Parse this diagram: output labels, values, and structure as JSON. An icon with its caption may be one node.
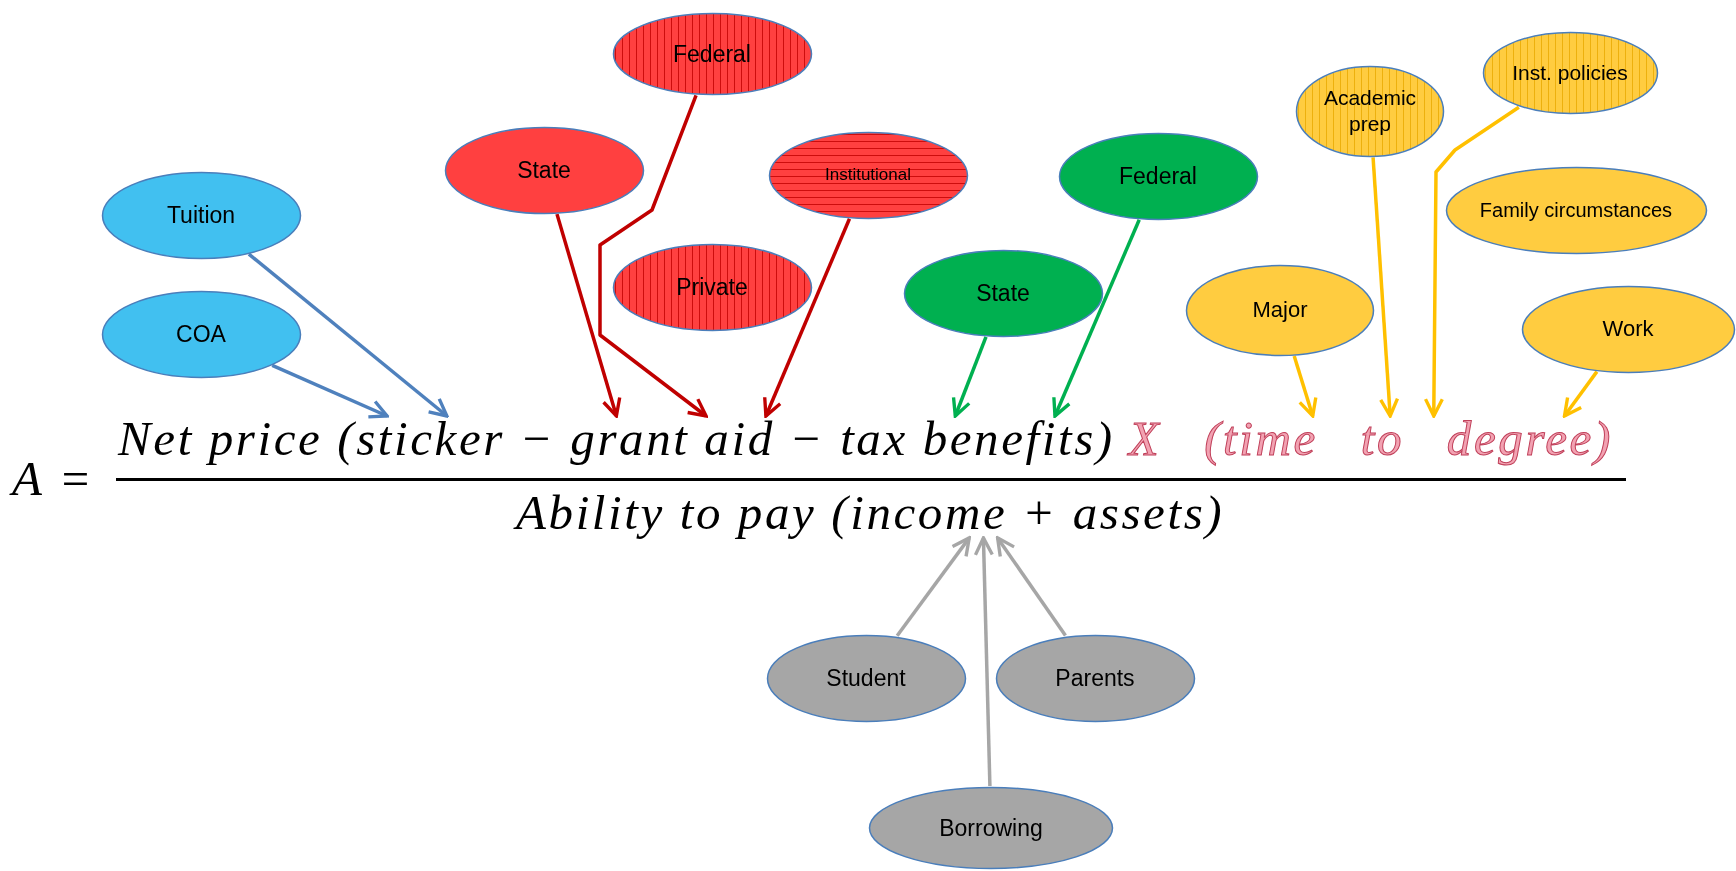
{
  "diagram": {
    "nodes": [
      {
        "text": [
          "Tuition"
        ]
      },
      {
        "text": [
          "COA"
        ]
      },
      {
        "text": [
          "State"
        ]
      },
      {
        "text": [
          "Federal"
        ]
      },
      {
        "text": [
          "Private"
        ]
      },
      {
        "text": [
          "Institutional"
        ]
      },
      {
        "text": [
          "Federal"
        ]
      },
      {
        "text": [
          "State"
        ]
      },
      {
        "text": [
          "Academic prep"
        ]
      },
      {
        "text": [
          "Inst. policies"
        ]
      },
      {
        "text": [
          "Family circumstances"
        ]
      },
      {
        "text": [
          "Major"
        ]
      },
      {
        "text": [
          "Work"
        ]
      },
      {
        "text": [
          "Student"
        ]
      },
      {
        "text": [
          "Parents"
        ]
      },
      {
        "text": [
          "Borrowing"
        ]
      },
      {
        "text": [
          "Net price (sticker − grant aid − tax benefits)"
        ]
      },
      {
        "text": [
          "X (time to degree)"
        ]
      },
      {
        "text": [
          "Ability to pay (income + assets)"
        ]
      }
    ],
    "edges": [
      {
        "from": 0,
        "to": 16,
        "arrow": "to",
        "color": "#4f81bd"
      },
      {
        "from": 1,
        "to": 16,
        "arrow": "to",
        "color": "#4f81bd"
      },
      {
        "from": 2,
        "to": 16,
        "arrow": "to",
        "color": "#c00000"
      },
      {
        "from": 3,
        "to": 16,
        "arrow": "to",
        "color": "#c00000"
      },
      {
        "from": 5,
        "to": 16,
        "arrow": "to",
        "color": "#c00000"
      },
      {
        "from": 7,
        "to": 16,
        "arrow": "to",
        "color": "#00b050"
      },
      {
        "from": 6,
        "to": 16,
        "arrow": "to",
        "color": "#00b050"
      },
      {
        "from": 11,
        "to": 17,
        "arrow": "to",
        "color": "#ffc000"
      },
      {
        "from": 8,
        "to": 17,
        "arrow": "to",
        "color": "#ffc000"
      },
      {
        "from": 9,
        "to": 17,
        "arrow": "to",
        "color": "#ffc000"
      },
      {
        "from": 12,
        "to": 17,
        "arrow": "to",
        "color": "#ffc000"
      },
      {
        "from": 13,
        "to": 18,
        "arrow": "to",
        "color": "#a6a6a6"
      },
      {
        "from": 15,
        "to": 18,
        "arrow": "to",
        "color": "#a6a6a6"
      },
      {
        "from": 14,
        "to": 18,
        "arrow": "to",
        "color": "#a6a6a6"
      }
    ],
    "labels": [
      "A ="
    ]
  }
}
